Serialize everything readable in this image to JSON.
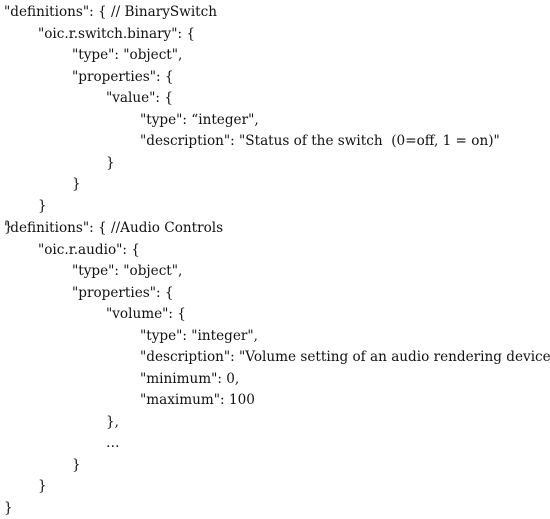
{
  "blocks": [
    {
      "lines": [
        "\"definitions\": { // BinarySwitch",
        "\"oic.r.switch.binary\": {",
        "\"type\": \"object\",",
        "\"properties\": {",
        "\"value\": {",
        "\"type\": “integer\",",
        "\"description\": \"Status of the switch  (0=off, 1 = on)\"",
        "}",
        "}",
        "}",
        "}"
      ]
    },
    {
      "lines": [
        "\"definitions\": { //Audio Controls",
        "\"oic.r.audio\": {",
        "\"type\": \"object\",",
        "\"properties\": {",
        "\"volume\": {",
        "\"type\": \"integer\",",
        "\"description\": \"Volume setting of an audio rendering device.\",",
        "\"minimum\": 0,",
        "\"maximum\": 100",
        "},",
        "…",
        "}",
        "}",
        "}"
      ]
    }
  ]
}
